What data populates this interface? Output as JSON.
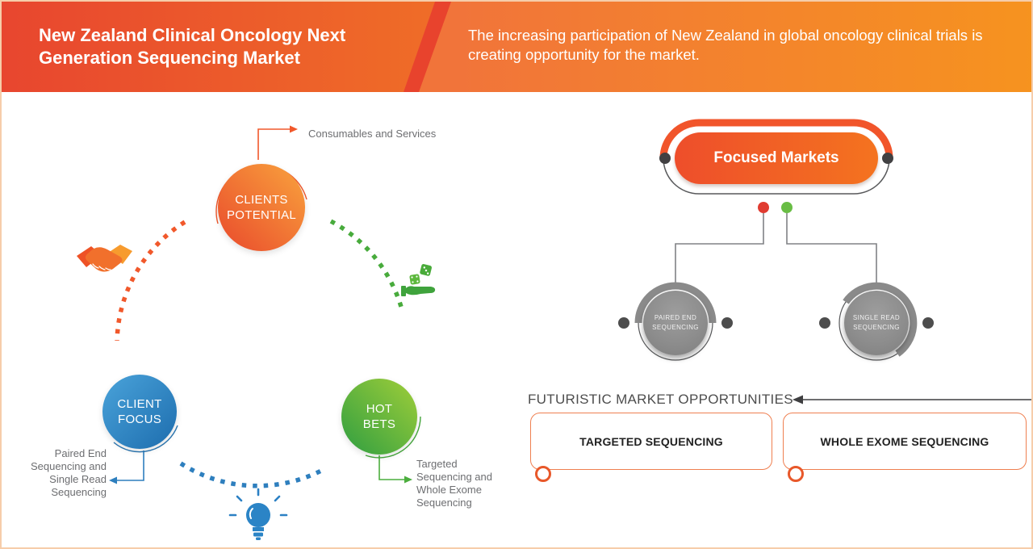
{
  "header": {
    "title": "New Zealand Clinical Oncology Next Generation Sequencing Market",
    "subtitle": "The increasing participation of New Zealand in global oncology clinical trials is creating opportunity for the market."
  },
  "cycle": {
    "clients_potential": {
      "label": "CLIENTS POTENTIAL",
      "callout": "Consumables and Services"
    },
    "client_focus": {
      "label": "CLIENT FOCUS",
      "callout": "Paired End Sequencing and Single Read Sequencing"
    },
    "hot_bets": {
      "label": "HOT BETS",
      "callout": "Targeted Sequencing and Whole Exome Sequencing"
    },
    "icons": [
      "handshake-icon",
      "hand-dice-icon",
      "lightbulb-icon"
    ]
  },
  "focused_markets": {
    "title": "Focused Markets",
    "children": [
      {
        "label": "PAIRED END SEQUENCING"
      },
      {
        "label": "SINGLE READ SEQUENCING"
      }
    ]
  },
  "opportunities": {
    "title": "FUTURISTIC MARKET OPPORTUNITIES",
    "items": [
      {
        "label": "TARGETED SEQUENCING"
      },
      {
        "label": "WHOLE EXOME SEQUENCING"
      }
    ]
  },
  "colors": {
    "accent_orange": "#f1552b",
    "accent_blue": "#2d7fbf",
    "accent_green": "#4cae3e",
    "node_gray": "#8a8a8a",
    "dot_red": "#e03c31",
    "dot_green": "#69bd45",
    "header_gradient_left": [
      "#e8462f",
      "#f9a21d"
    ],
    "header_gradient_right": [
      "#f1743a",
      "#f6931f"
    ]
  }
}
